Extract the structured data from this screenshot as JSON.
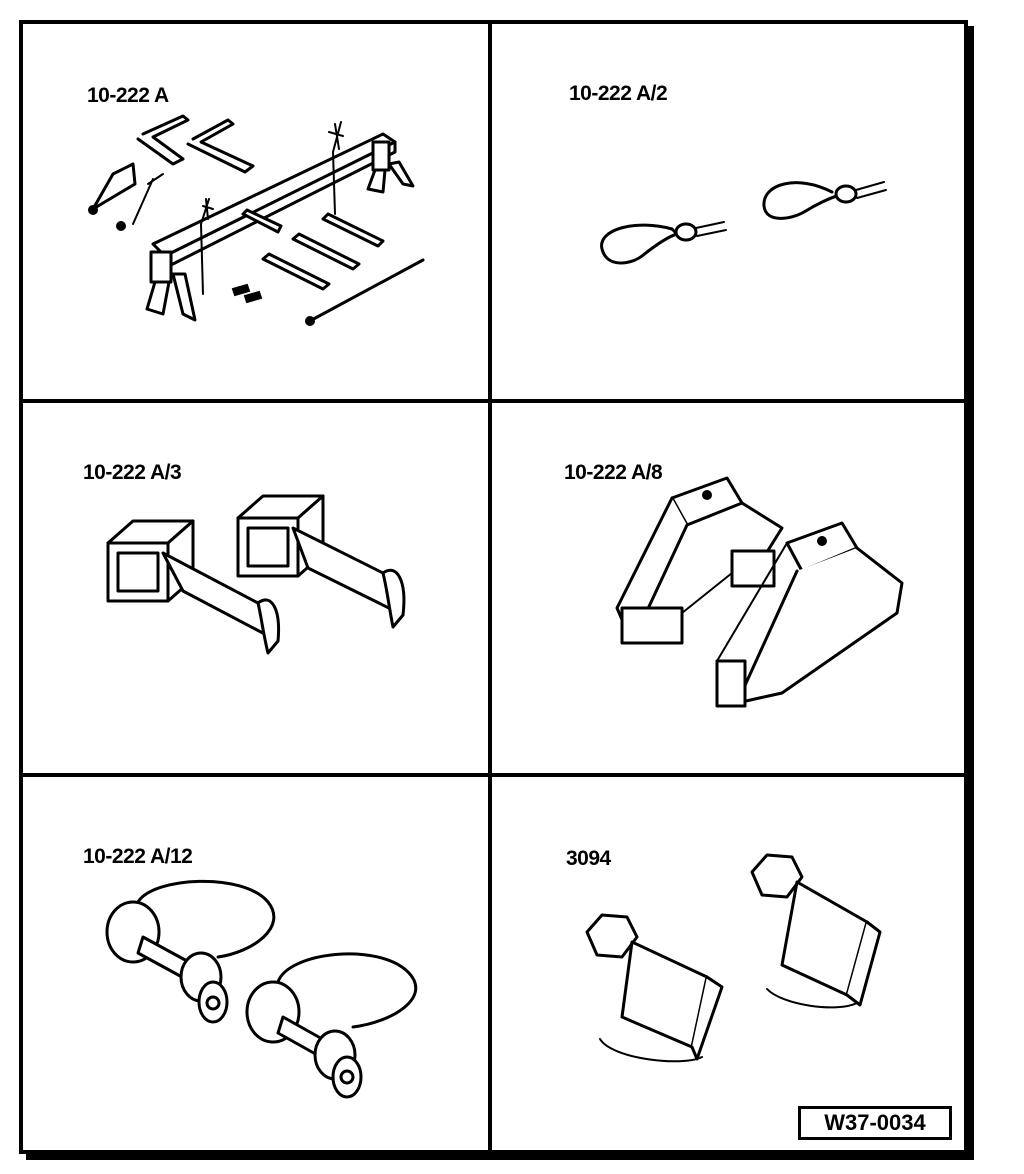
{
  "panels": [
    {
      "label": "10-222 A",
      "icon": "lifting-bar-assembly-icon"
    },
    {
      "label": "10-222 A/2",
      "icon": "snap-hook-icon"
    },
    {
      "label": "10-222 A/3",
      "icon": "square-tube-adapter-icon"
    },
    {
      "label": "10-222 A/8",
      "icon": "support-bracket-icon"
    },
    {
      "label": "10-222 A/12",
      "icon": "shackle-icon"
    },
    {
      "label": "3094",
      "icon": "hook-clamp-icon"
    }
  ],
  "reference": {
    "code": "W37-0034"
  },
  "colors": {
    "ink": "#000000",
    "paper": "#ffffff"
  }
}
